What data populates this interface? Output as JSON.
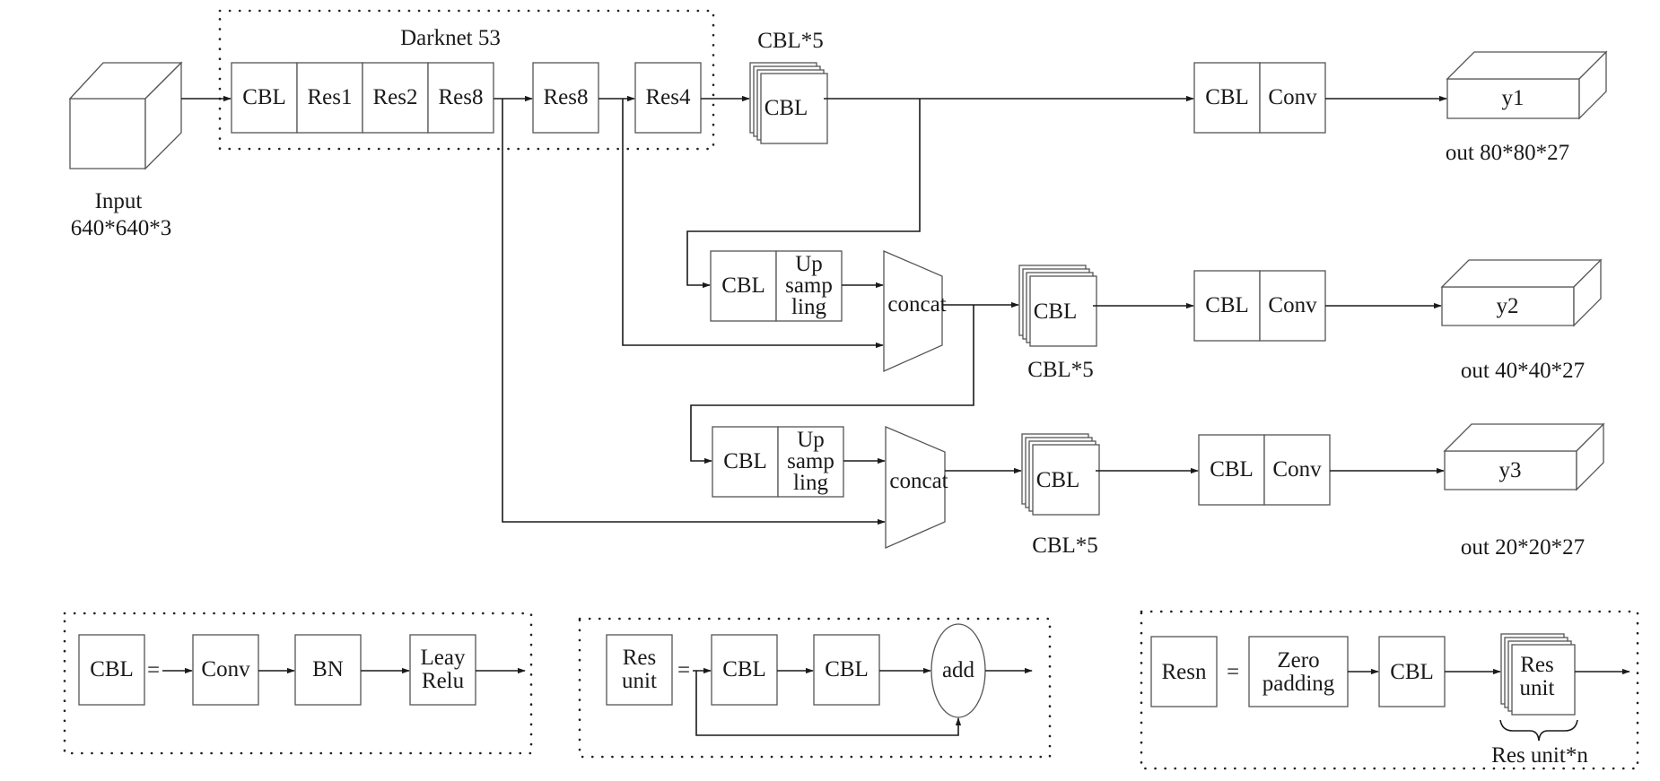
{
  "backbone": {
    "title": "Darknet 53",
    "blocks": [
      "CBL",
      "Res1",
      "Res2",
      "Res8",
      "Res8",
      "Res4"
    ]
  },
  "input": {
    "label": "Input",
    "size": "640*640*3"
  },
  "stack_label": "CBL*5",
  "stack_inner": "CBL",
  "upsample": {
    "cbl": "CBL",
    "line1": "Up",
    "line2": "samp",
    "line3": "ling"
  },
  "concat_label": "concat",
  "head_blocks": {
    "cbl": "CBL",
    "conv": "Conv"
  },
  "outputs": [
    {
      "name": "y1",
      "size": "out 80*80*27"
    },
    {
      "name": "y2",
      "size": "out 40*40*27"
    },
    {
      "name": "y3",
      "size": "out 20*20*27"
    }
  ],
  "legend_cbl": {
    "left": "CBL",
    "eq": "=",
    "conv": "Conv",
    "bn": "BN",
    "act_line1": "Leay",
    "act_line2": "Relu"
  },
  "legend_res": {
    "left_line1": "Res",
    "left_line2": "unit",
    "eq": "=",
    "cbl": "CBL",
    "add": "add"
  },
  "legend_resn": {
    "left": "Resn",
    "eq": "=",
    "zero_line1": "Zero",
    "zero_line2": "padding",
    "cbl": "CBL",
    "unit_line1": "Res",
    "unit_line2": "unit",
    "brace_label": "Res unit*n"
  }
}
